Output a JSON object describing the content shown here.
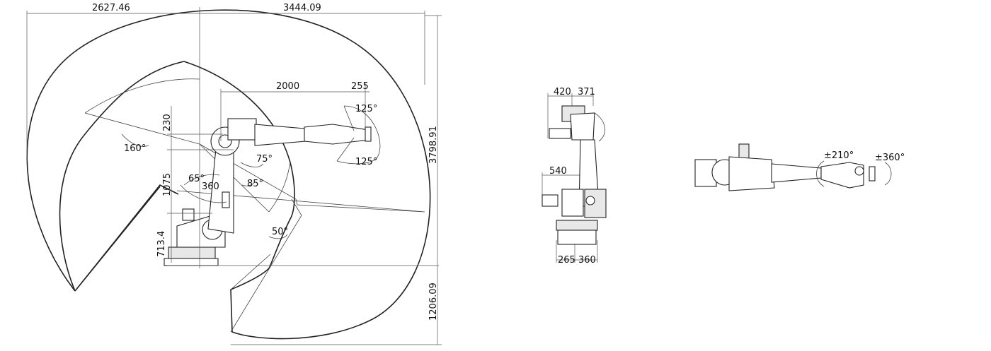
{
  "side_view": {
    "top_dims": [
      "2627.46",
      "3444.09"
    ],
    "arm_dims": [
      "2000",
      "255"
    ],
    "vertical_dims": [
      "230",
      "1075",
      "713.4"
    ],
    "right_dims": [
      "3798.91",
      "1206.09"
    ],
    "angles": [
      "160°",
      "125°",
      "125°",
      "75°",
      "65°",
      "360",
      "85°",
      "50°"
    ]
  },
  "front_view": {
    "top_dims": [
      "420",
      "371"
    ],
    "mid_dim": "540",
    "bottom_dims": [
      "265",
      "360"
    ]
  },
  "top_view": {
    "rotations": [
      "±210°",
      "±360°"
    ]
  }
}
